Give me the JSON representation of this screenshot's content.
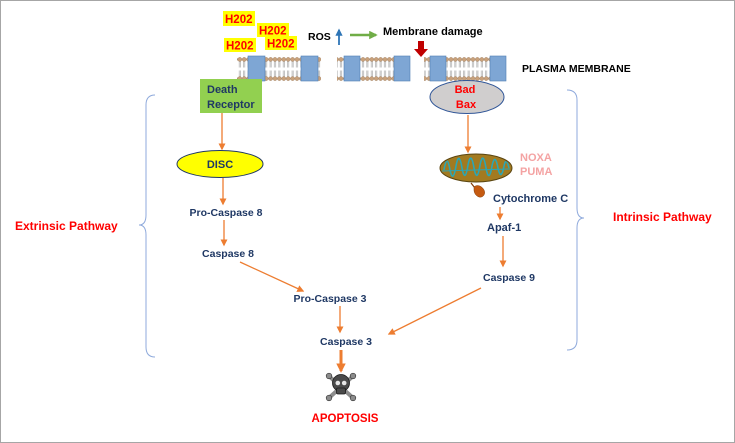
{
  "stimulus": {
    "oxidant_labels": [
      "H202",
      "H202",
      "H202",
      "H202"
    ],
    "ros_label": "ROS",
    "ros_trend_icon": "arrow-up-icon",
    "effect_label": "Membrane damage",
    "effect_icon": "arrow-down-icon"
  },
  "membrane": {
    "label": "PLASMA MEMBRANE"
  },
  "extrinsic": {
    "pathway_label": "Extrinsic Pathway",
    "receptor_lines": [
      "Death",
      "Receptor"
    ],
    "complex": "DISC",
    "pro_caspase": "Pro-Caspase 8",
    "caspase": "Caspase 8"
  },
  "intrinsic": {
    "pathway_label": "Intrinsic Pathway",
    "bcl2_lines": [
      "Bad",
      "Bax"
    ],
    "bh3_lines": [
      "NOXA",
      "PUMA"
    ],
    "organelle_icon": "mitochondrion-icon",
    "cytochrome": "Cytochrome C",
    "adaptor": "Apaf-1",
    "caspase": "Caspase 9"
  },
  "execution": {
    "pro_caspase": "Pro-Caspase 3",
    "caspase": "Caspase 3",
    "outcome_icon": "skull-crossbones-icon",
    "outcome": "APOPTOSIS"
  },
  "colors": {
    "navy": "#1f3864",
    "red": "#ff0000",
    "arrow": "#ed7d31",
    "ros_arrow": "#2e75b6",
    "damage_arrow": "#c00000",
    "flow_green": "#70ad47",
    "highlight": "#ffff00",
    "receptor": "#92d050",
    "disc": "#ffff00",
    "bcl2": "#d0cece",
    "bcl2_border": "#2f5597",
    "mito": "#a27a20",
    "cristae": "#2ba6b5",
    "bh3": "#f4a3a3",
    "brace": "#8faadc",
    "membrane_head": "#c9a17b",
    "membrane_protein": "#7ea6d4"
  }
}
